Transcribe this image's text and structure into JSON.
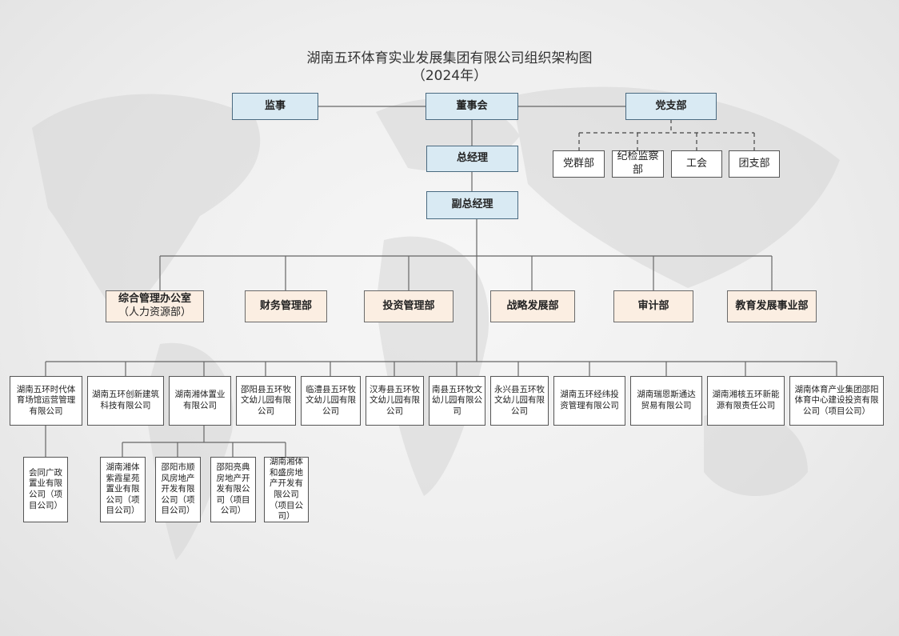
{
  "title": "湖南五环体育实业发展集团有限公司组织架构图",
  "subtitle": "（2024年）",
  "top": {
    "supervisor": "监事",
    "board": "董事会",
    "party_branch": "党支部"
  },
  "party_units": [
    "党群部",
    "纪检监察部",
    "工会",
    "团支部"
  ],
  "gm": "总经理",
  "deputy_gm": "副总经理",
  "departments": [
    {
      "name": "综合管理办公室",
      "sub": "（人力资源部）"
    },
    {
      "name": "财务管理部",
      "sub": ""
    },
    {
      "name": "投资管理部",
      "sub": ""
    },
    {
      "name": "战略发展部",
      "sub": ""
    },
    {
      "name": "审计部",
      "sub": ""
    },
    {
      "name": "教育发展事业部",
      "sub": ""
    }
  ],
  "subsidiaries": [
    "湖南五环时代体育场馆运营管理有限公司",
    "湖南五环创新建筑科技有限公司",
    "湖南湘体置业有限公司",
    "邵阳县五环牧文幼儿园有限公司",
    "临澧县五环牧文幼儿园有限公司",
    "汉寿县五环牧文幼儿园有限公司",
    "南县五环牧文幼儿园有限公司",
    "永兴县五环牧文幼儿园有限公司",
    "湖南五环经纬投资管理有限公司",
    "湖南瑞恩斯通达贸易有限公司",
    "湖南湘核五环新能源有限责任公司",
    "湖南体育产业集团邵阳体育中心建设投资有限公司（项目公司）"
  ],
  "sub_of_first": "会同广政置业有限公司（项目公司）",
  "sub_of_xiangti": [
    "湖南湘体紫霞星苑置业有限公司（项目公司）",
    "邵阳市顺风房地产开发有限公司（项目公司）",
    "邵阳亮典房地产开发有限公司（项目公司）",
    "湖南湘体和盛房地产开发有限公司（项目公司）"
  ]
}
